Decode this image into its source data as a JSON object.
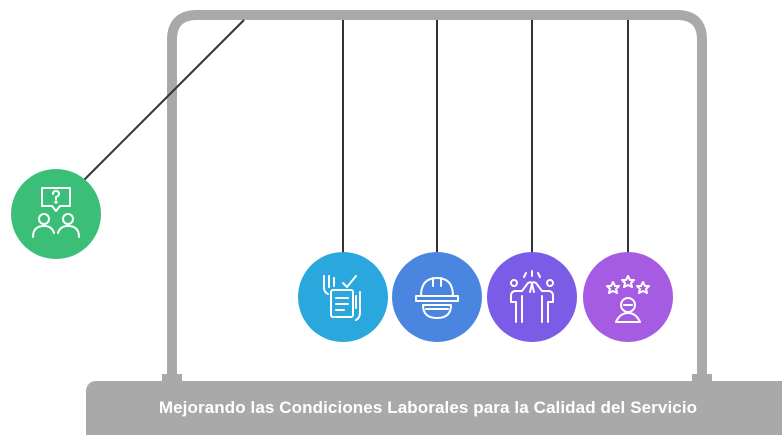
{
  "title": "Mejorando las Condiciones Laborales para la Calidad del Servicio",
  "colors": {
    "frame": "#a9a9a9",
    "string": "#333333",
    "ball_1": "#3bbf78",
    "ball_2": "#2aa7dc",
    "ball_3": "#4a86e0",
    "ball_4": "#7b5ce6",
    "ball_5": "#a55ce3"
  },
  "balls": [
    {
      "icon": "customer-question-icon",
      "color": "#3bbf78",
      "state": "raised"
    },
    {
      "icon": "checklist-hands-icon",
      "color": "#2aa7dc",
      "state": "resting"
    },
    {
      "icon": "safety-helmet-icon",
      "color": "#4a86e0",
      "state": "resting"
    },
    {
      "icon": "high-five-icon",
      "color": "#7b5ce6",
      "state": "resting"
    },
    {
      "icon": "star-rating-person-icon",
      "color": "#a55ce3",
      "state": "resting"
    }
  ]
}
